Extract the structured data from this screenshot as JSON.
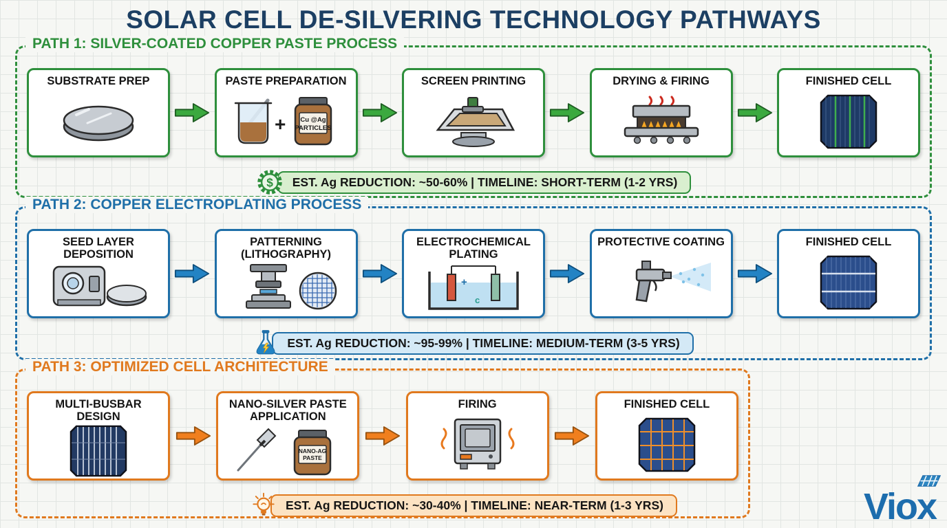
{
  "title": "SOLAR CELL DE-SILVERING TECHNOLOGY PATHWAYS",
  "brand": {
    "name": "Viox",
    "color": "#1d6dad"
  },
  "colors": {
    "title": "#1c3f63",
    "path1_accent": "#2e8f3c",
    "path2_accent": "#1f6fa8",
    "path3_accent": "#e0791e",
    "badge1_bg": "#d9efcf",
    "badge2_bg": "#d4e9f6",
    "badge3_bg": "#fce3c3"
  },
  "paths": [
    {
      "label": "PATH 1: SILVER-COATED COPPER PASTE PROCESS",
      "steps": [
        {
          "label": "SUBSTRATE PREP",
          "icon": "silicon-wafer-icon"
        },
        {
          "label": "PASTE PREPARATION",
          "icon": "beaker-plus-jar-icon",
          "plus_sign": "+",
          "jar_line1": "Cu @Ag",
          "jar_line2": "PARTICLES"
        },
        {
          "label": "SCREEN PRINTING",
          "icon": "screen-printing-icon"
        },
        {
          "label": "DRYING & FIRING",
          "icon": "conveyor-furnace-icon"
        },
        {
          "label": "FINISHED CELL",
          "icon": "solar-cell-icon"
        }
      ],
      "badge": {
        "icon": "cost-gear-dollar-icon",
        "symbol": "$",
        "text": "EST. Ag REDUCTION: ~50-60%  |  TIMELINE: SHORT-TERM (1-2 YRS)"
      }
    },
    {
      "label": "PATH 2: COPPER ELECTROPLATING PROCESS",
      "steps": [
        {
          "label": "SEED LAYER DEPOSITION",
          "icon": "deposition-machine-icon"
        },
        {
          "label": "PATTERNING (LITHOGRAPHY)",
          "icon": "lithography-press-icon"
        },
        {
          "label": "ELECTROCHEMICAL PLATING",
          "icon": "plating-bath-icon",
          "anode_label": "+",
          "ion_label": "c"
        },
        {
          "label": "PROTECTIVE COATING",
          "icon": "spray-gun-icon"
        },
        {
          "label": "FINISHED CELL",
          "icon": "solar-cell-icon"
        }
      ],
      "badge": {
        "icon": "flask-energy-icon",
        "text": "EST. Ag REDUCTION: ~95-99%  |  TIMELINE: MEDIUM-TERM (3-5 YRS)"
      }
    },
    {
      "label": "PATH 3: OPTIMIZED CELL ARCHITECTURE",
      "steps": [
        {
          "label": "MULTI-BUSBAR DESIGN",
          "icon": "multi-busbar-cell-icon"
        },
        {
          "label": "NANO-SILVER PASTE APPLICATION",
          "icon": "dispenser-jar-icon",
          "jar_line1": "NANO-AG",
          "jar_line2": "PASTE"
        },
        {
          "label": "FIRING",
          "icon": "oven-icon"
        },
        {
          "label": "FINISHED CELL",
          "icon": "solar-cell-icon"
        }
      ],
      "badge": {
        "icon": "lightbulb-icon",
        "text": "EST. Ag REDUCTION: ~30-40%  |  TIMELINE: NEAR-TERM (1-3 YRS)"
      }
    }
  ]
}
